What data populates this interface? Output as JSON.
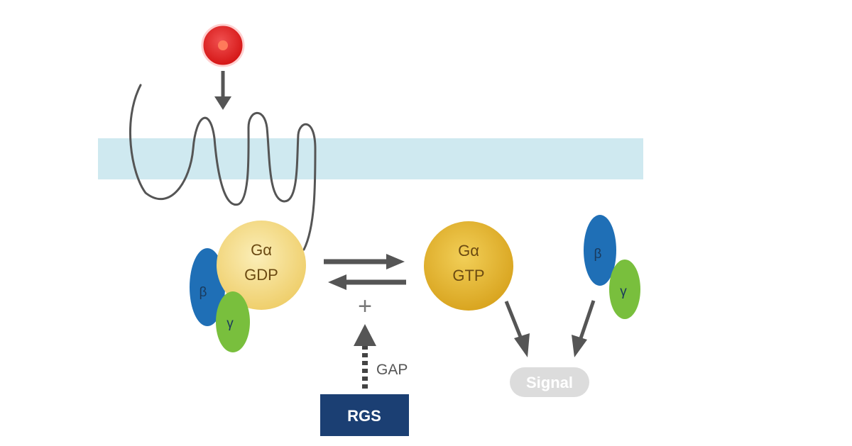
{
  "colors": {
    "membrane": "#cfe9f0",
    "ligand": "#e02020",
    "galpha_gdp": "#f3d98a",
    "galpha_gtp": "#e5b63a",
    "beta": "#1f6fb6",
    "gamma": "#79bf3d",
    "rgs_box": "#1b3f73",
    "arrow": "#555555",
    "signal": "#dcdcdc"
  },
  "icons": [
    "ligand-icon",
    "receptor-icon",
    "membrane-band"
  ],
  "g_alpha_gdp": {
    "line1": "Gα",
    "line2": "GDP"
  },
  "g_alpha_gtp": {
    "line1": "Gα",
    "line2": "GTP"
  },
  "beta_label": "β",
  "gamma_label": "γ",
  "plus_sign": "+",
  "gap_label": "GAP",
  "rgs_label": "RGS",
  "signal_label": "Signal"
}
